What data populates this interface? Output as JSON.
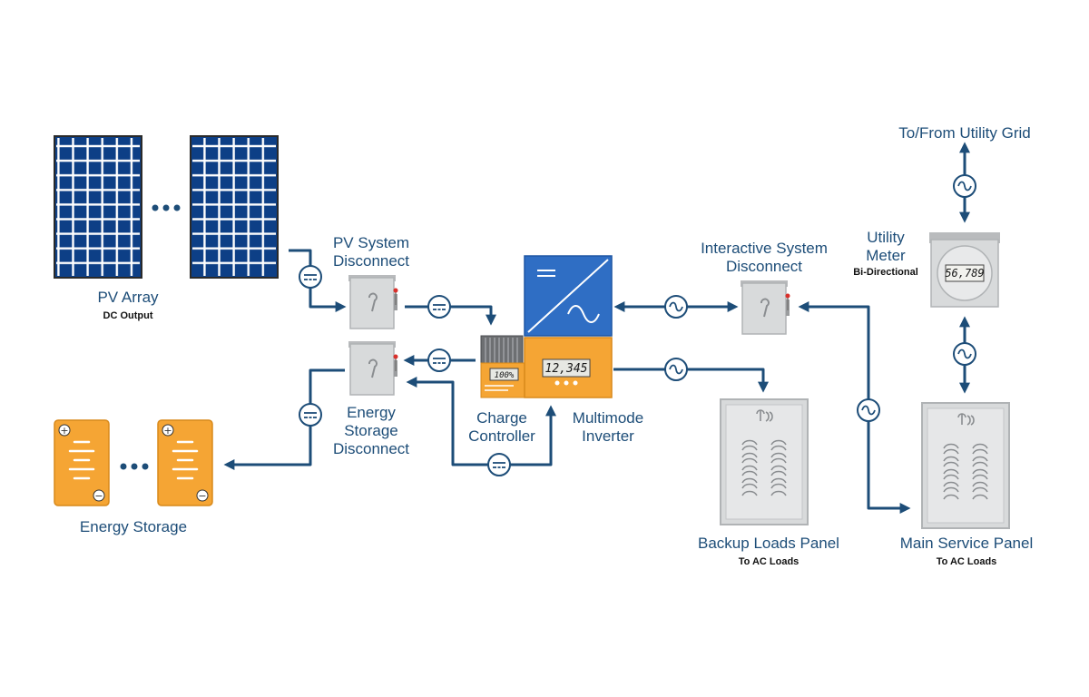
{
  "labels": {
    "pv_array": "PV Array",
    "pv_array_sub": "DC Output",
    "pv_disconnect_1": "PV System",
    "pv_disconnect_2": "Disconnect",
    "storage_disconnect_1": "Energy",
    "storage_disconnect_2": "Storage",
    "storage_disconnect_3": "Disconnect",
    "energy_storage": "Energy Storage",
    "charge_controller_1": "Charge",
    "charge_controller_2": "Controller",
    "inverter_1": "Multimode",
    "inverter_2": "Inverter",
    "interactive_disconnect_1": "Interactive System",
    "interactive_disconnect_2": "Disconnect",
    "utility_grid": "To/From Utility Grid",
    "utility_meter_1": "Utility",
    "utility_meter_2": "Meter",
    "utility_meter_sub": "Bi-Directional",
    "backup_panel": "Backup Loads Panel",
    "backup_panel_sub": "To AC Loads",
    "main_panel": "Main Service Panel",
    "main_panel_sub": "To AC Loads"
  },
  "displays": {
    "charge_controller": "100%",
    "inverter": "12,345",
    "meter": "56,789"
  },
  "colors": {
    "line": "#1d4d78",
    "panel_blue": "#0d3f86",
    "inverter_blue": "#2f6ec4",
    "orange": "#f5a534",
    "gray_box": "#d8dadb"
  }
}
